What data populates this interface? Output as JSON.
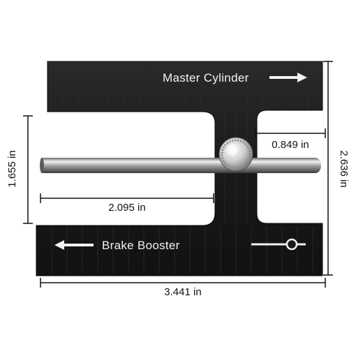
{
  "product": {
    "top_label": "Master Cylinder",
    "bottom_label": "Brake Booster",
    "top_arrow_icon": "arrow-right-icon",
    "bottom_arrow_icon": "arrow-left-icon",
    "knob_icon": "knurled-knob-icon",
    "slot_icon": "slot-indicator-icon"
  },
  "dimensions": {
    "width_overall": "3.441 in",
    "height_overall": "2.636 in",
    "gap_height": "1.655 in",
    "rod_reach": "2.095 in",
    "offset_right": "0.849 in"
  },
  "colors": {
    "body": "#1d1d1d",
    "rod": "#b8b8b8",
    "knob": "#d9d9d9",
    "dimension_line": "#111111"
  }
}
